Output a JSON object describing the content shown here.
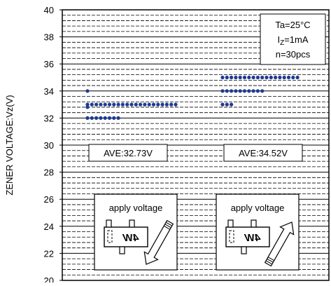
{
  "chart_data": {
    "type": "scatter",
    "ylabel": "ZENER VOLTAGE:Vz(V)",
    "ylim": [
      20,
      40
    ],
    "yticks": [
      20,
      22,
      24,
      26,
      28,
      30,
      32,
      34,
      36,
      38,
      40
    ],
    "grid": true,
    "groups": [
      {
        "average_label": "AVE:32.73V",
        "annotation": "apply voltage",
        "arrow_direction": "down",
        "points": [
          {
            "y": 34,
            "count": 1
          },
          {
            "y": 33,
            "count": 21
          },
          {
            "y": 32.8,
            "count": 1
          },
          {
            "y": 32,
            "count": 8
          }
        ]
      },
      {
        "average_label": "AVE:34.52V",
        "annotation": "apply voltage",
        "arrow_direction": "up",
        "points": [
          {
            "y": 35,
            "count": 18
          },
          {
            "y": 34,
            "count": 10
          },
          {
            "y": 33,
            "count": 3
          }
        ]
      }
    ],
    "conditions": [
      {
        "text": "Ta=25°C"
      },
      {
        "base": "I",
        "sub": "Z",
        "rest": "=1mA"
      },
      {
        "text": "n=30pcs"
      }
    ],
    "component_marking": "4W",
    "colors": {
      "points": "#1f3a93",
      "lines": "#000000",
      "background": "#ffffff"
    }
  }
}
